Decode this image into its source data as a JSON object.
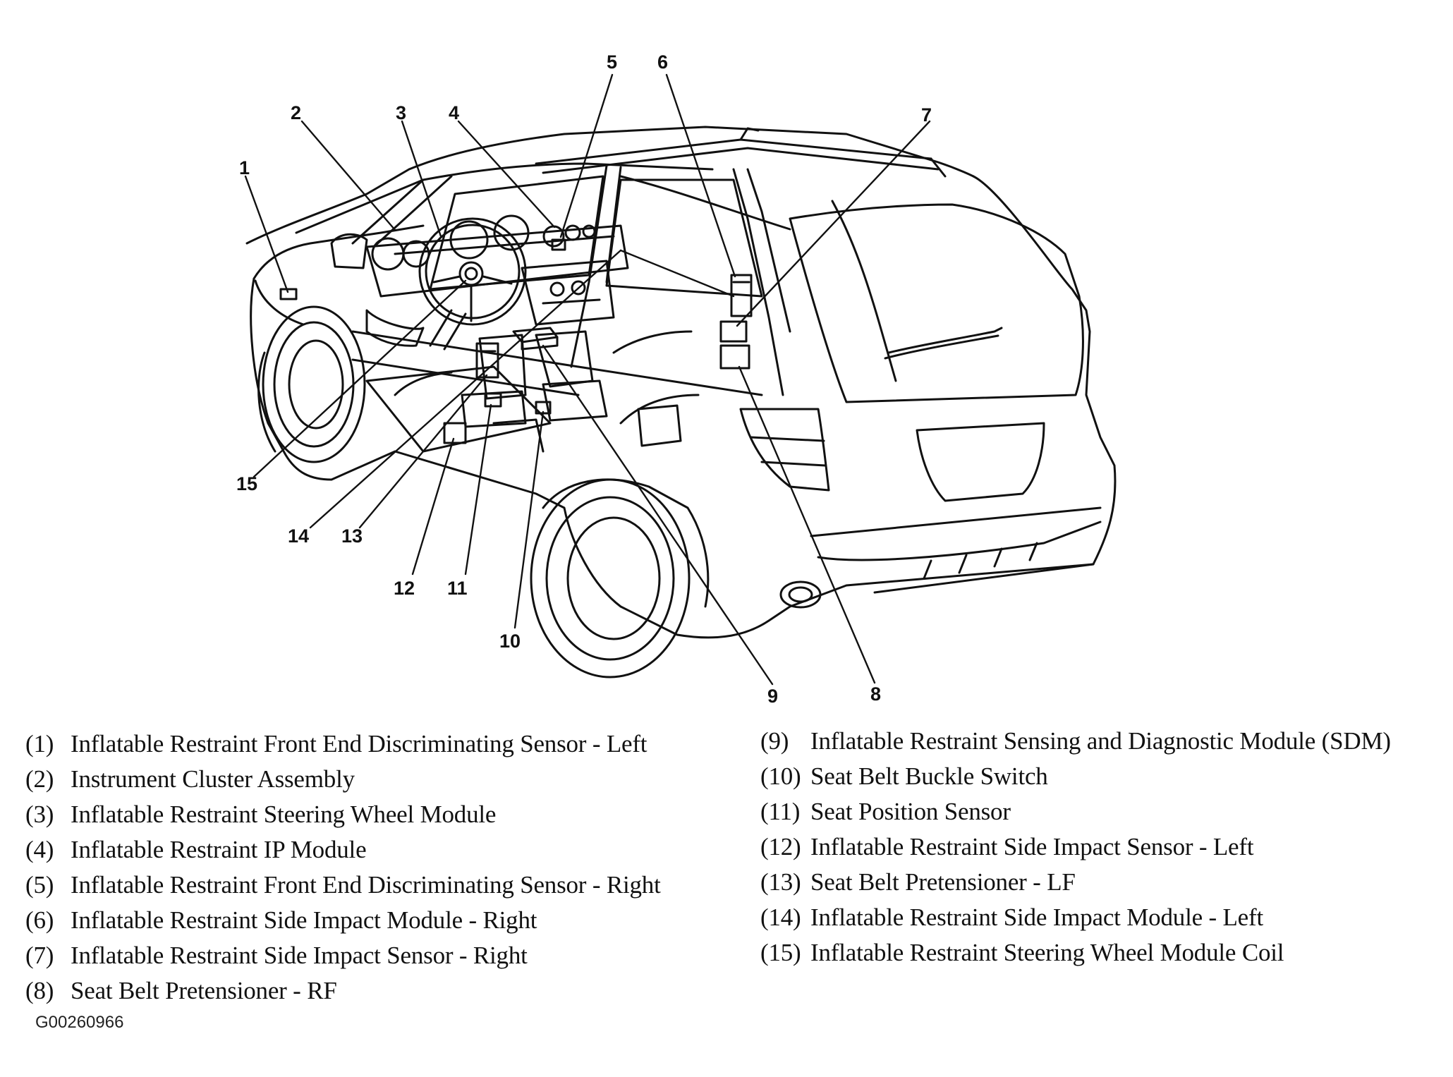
{
  "callouts": [
    {
      "num": "1"
    },
    {
      "num": "2"
    },
    {
      "num": "3"
    },
    {
      "num": "4"
    },
    {
      "num": "5"
    },
    {
      "num": "6"
    },
    {
      "num": "7"
    },
    {
      "num": "8"
    },
    {
      "num": "9"
    },
    {
      "num": "10"
    },
    {
      "num": "11"
    },
    {
      "num": "12"
    },
    {
      "num": "13"
    },
    {
      "num": "14"
    },
    {
      "num": "15"
    }
  ],
  "legend": {
    "left": [
      {
        "num": "(1)",
        "label": "Inflatable Restraint Front End Discriminating Sensor - Left"
      },
      {
        "num": "(2)",
        "label": "Instrument Cluster Assembly"
      },
      {
        "num": "(3)",
        "label": "Inflatable Restraint Steering Wheel Module"
      },
      {
        "num": "(4)",
        "label": "Inflatable Restraint IP Module"
      },
      {
        "num": "(5)",
        "label": "Inflatable Restraint Front End Discriminating Sensor - Right"
      },
      {
        "num": "(6)",
        "label": "Inflatable Restraint Side Impact Module - Right"
      },
      {
        "num": "(7)",
        "label": "Inflatable Restraint Side Impact Sensor - Right"
      },
      {
        "num": "(8)",
        "label": "Seat Belt Pretensioner - RF"
      }
    ],
    "right": [
      {
        "num": "(9)",
        "label": "Inflatable Restraint Sensing and Diagnostic Module (SDM)"
      },
      {
        "num": "(10)",
        "label": "Seat Belt Buckle Switch"
      },
      {
        "num": "(11)",
        "label": "Seat Position Sensor"
      },
      {
        "num": "(12)",
        "label": "Inflatable Restraint Side Impact Sensor - Left"
      },
      {
        "num": "(13)",
        "label": "Seat Belt Pretensioner - LF"
      },
      {
        "num": "(14)",
        "label": "Inflatable Restraint Side Impact Module - Left"
      },
      {
        "num": "(15)",
        "label": "Inflatable Restraint Steering Wheel Module Coil"
      }
    ]
  },
  "figure_code": "G00260966",
  "colors": {
    "ink": "#111111",
    "background": "#ffffff"
  }
}
